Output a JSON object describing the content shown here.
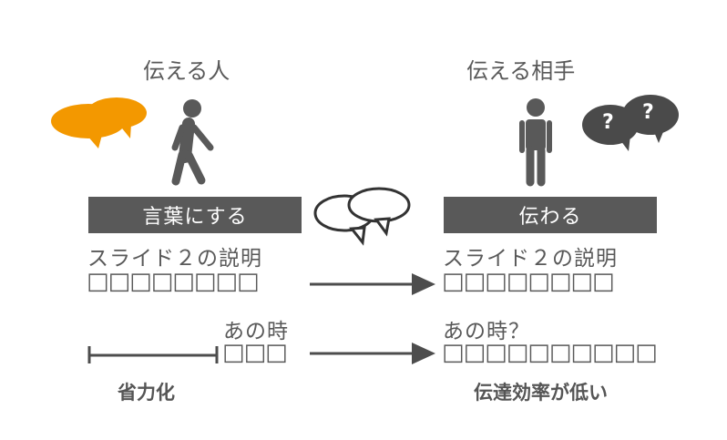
{
  "colors": {
    "speech_orange": "#f39800",
    "dark": "#595959",
    "arrow": "#4d4d4d"
  },
  "left": {
    "title": "伝える人",
    "bar_label": "言葉にする",
    "slide_label": "スライド２の説明",
    "boxes": "□□□□□□□□",
    "term": "あの時",
    "term_boxes": "□□□",
    "caption": "省力化"
  },
  "right": {
    "title": "伝える相手",
    "bar_label": "伝わる",
    "slide_label": "スライド２の説明",
    "boxes": "□□□□□□□□",
    "term": "あの時？",
    "term_boxes": "□□□□□□□□□□",
    "caption": "伝達効率が低い",
    "bubble_marks": [
      "?",
      "?"
    ]
  },
  "icons": [
    "person-walking-icon",
    "person-standing-icon",
    "orange-speech-bubbles-icon",
    "question-bubbles-icon",
    "outline-speech-bubbles-icon"
  ]
}
